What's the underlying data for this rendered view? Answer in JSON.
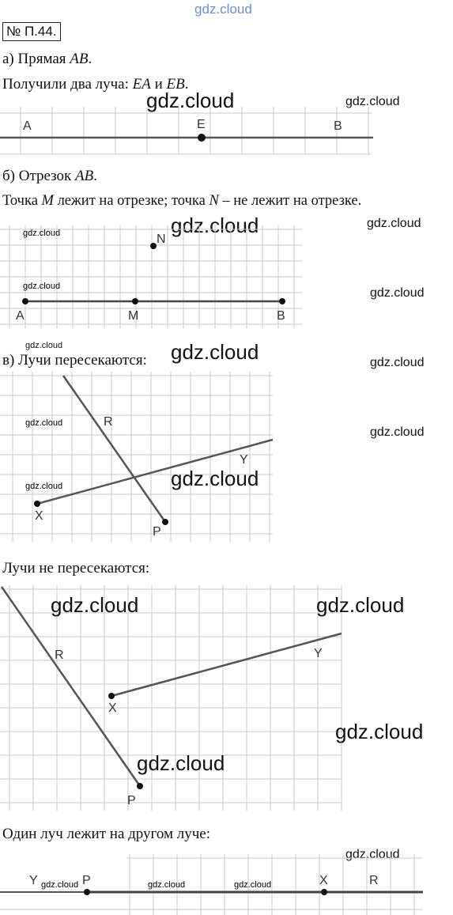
{
  "watermark_top": "gdz.cloud",
  "watermark": "gdz.cloud",
  "problem_number": "№ П.44.",
  "part_a": {
    "title": "а) Прямая ",
    "title_math": "AB",
    "title_end": ".",
    "text": "Получили два луча:  ",
    "ray1": "EA",
    "conj": " и ",
    "ray2": "EB",
    "text_end": ".",
    "points": [
      "A",
      "E",
      "B"
    ]
  },
  "part_b": {
    "title": "б) Отрезок ",
    "title_math": "AB",
    "title_end": ".",
    "text_1": "Точка ",
    "point_m": "M",
    "text_2": " лежит на отрезке; точка ",
    "point_n": "N",
    "text_3": " – не лежит на отрезке.",
    "points": [
      "N",
      "A",
      "M",
      "B"
    ]
  },
  "part_c": {
    "title": "в) Лучи пересекаются:",
    "points": [
      "R",
      "Y",
      "X",
      "P"
    ]
  },
  "part_d": {
    "title": "Лучи не пересекаются:",
    "points": [
      "R",
      "Y",
      "X",
      "P"
    ]
  },
  "part_e": {
    "title": "Один луч лежит на другом луче:",
    "points": [
      "Y",
      "P",
      "X",
      "R"
    ]
  }
}
